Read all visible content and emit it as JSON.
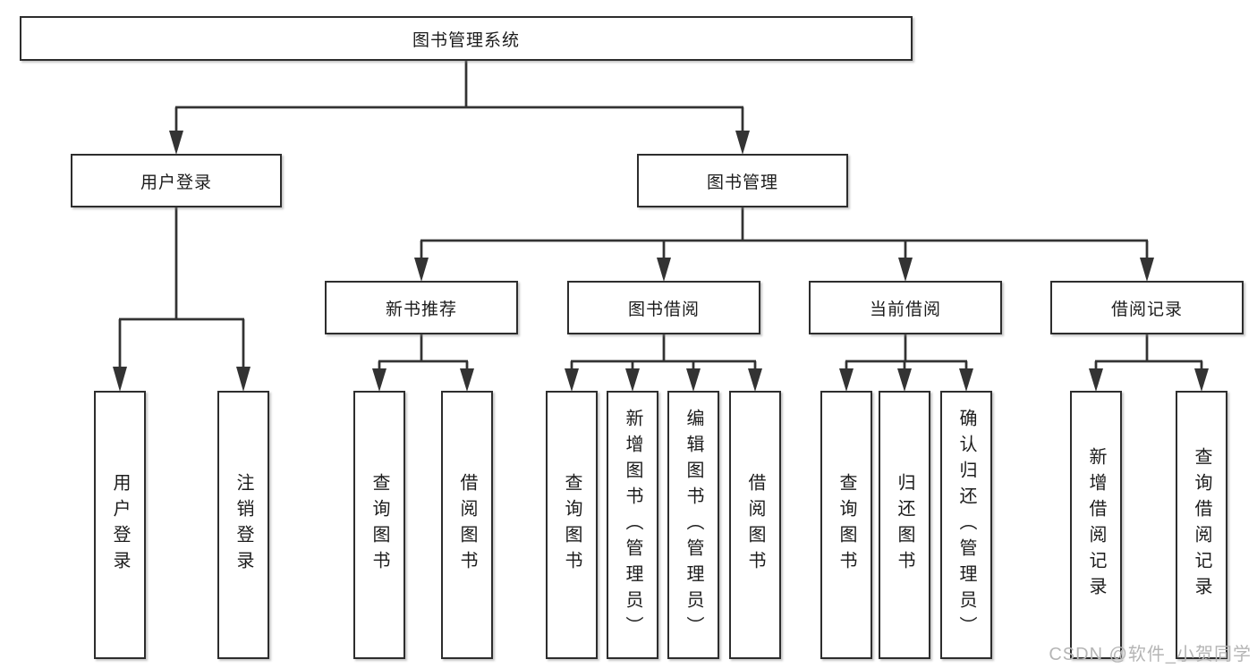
{
  "tree": {
    "root": "图书管理系统",
    "branches": [
      {
        "label": "用户登录",
        "children": [
          "用户登录",
          "注销登录"
        ]
      },
      {
        "label": "图书管理",
        "sections": [
          {
            "label": "新书推荐",
            "children": [
              "查询图书",
              "借阅图书"
            ]
          },
          {
            "label": "图书借阅",
            "children": [
              "查询图书",
              "新增图书（管理员）",
              "编辑图书（管理员）",
              "借阅图书"
            ]
          },
          {
            "label": "当前借阅",
            "children": [
              "查询图书",
              "归还图书",
              "确认归还（管理员）"
            ]
          },
          {
            "label": "借阅记录",
            "children": [
              "新增借阅记录",
              "查询借阅记录"
            ]
          }
        ]
      }
    ]
  },
  "watermark": "CSDN @软件_小贺同学",
  "colors": {
    "line": "#333333",
    "box_border": "#2d2d2d",
    "text": "#1c1c1c",
    "watermark": "#b5b5b5",
    "background": "#ffffff"
  }
}
